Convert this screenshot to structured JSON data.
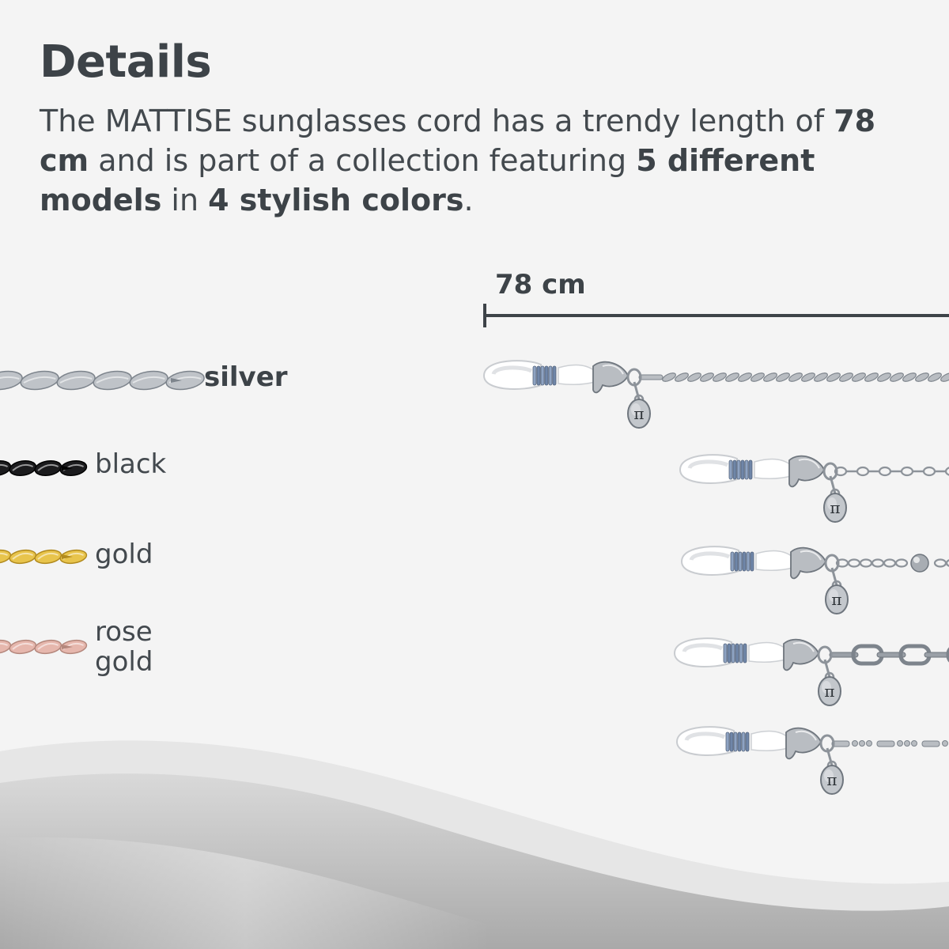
{
  "header": {
    "title": "Details",
    "desc_part1": "The MATTISE sunglasses cord has a trendy length of ",
    "desc_bold1": "78 cm",
    "desc_part2": " and is part of a collection featuring ",
    "desc_bold2": "5 different models",
    "desc_part3": " in ",
    "desc_bold3": "4 stylish colors",
    "desc_part4": "."
  },
  "measure": {
    "label": "78 cm"
  },
  "colors": [
    {
      "label": "silver",
      "selected": true,
      "fill": "#bfc3c8",
      "shade": "#7d848c"
    },
    {
      "label": "black",
      "selected": false,
      "fill": "#1b1b1d",
      "shade": "#000000"
    },
    {
      "label": "gold",
      "selected": false,
      "fill": "#e8c44c",
      "shade": "#b18a1e"
    },
    {
      "label": "rose\ngold",
      "selected": false,
      "fill": "#e6b7ad",
      "shade": "#b4877c"
    }
  ],
  "models": [
    {
      "style": "rope",
      "charm_icon": "pi-icon"
    },
    {
      "style": "cable",
      "charm_icon": "pi-icon"
    },
    {
      "style": "bead",
      "charm_icon": "pi-icon"
    },
    {
      "style": "link",
      "charm_icon": "pi-icon"
    },
    {
      "style": "bar-ball",
      "charm_icon": "pi-icon"
    }
  ],
  "theme": {
    "text": "#3d4348",
    "background": "#f4f4f4",
    "metal": "#b9bdc2"
  }
}
